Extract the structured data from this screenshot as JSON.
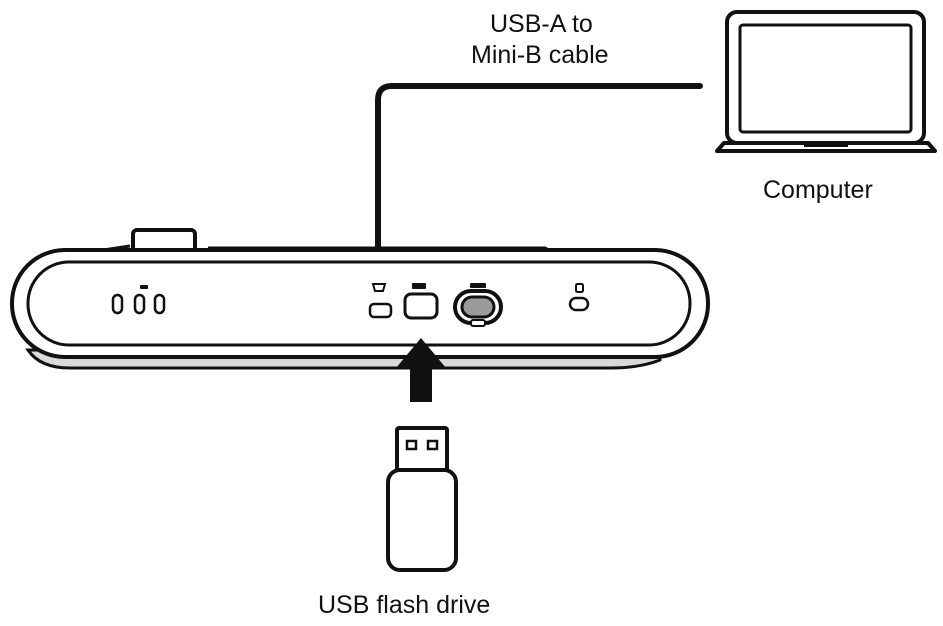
{
  "labels": {
    "cable_line1": "USB-A to",
    "cable_line2": "Mini-B cable",
    "computer": "Computer",
    "flash_drive": "USB flash drive"
  },
  "colors": {
    "stroke": "#111111",
    "device_body": "#ffffff",
    "device_shadow": "#d9d9d9",
    "background": "#ffffff"
  },
  "icons": [
    "laptop-icon",
    "audio-interface-device",
    "mini-usb-port",
    "usb-a-port",
    "power-port",
    "kensington-lock-slot",
    "usb-flash-drive-icon",
    "insert-arrow-icon"
  ]
}
